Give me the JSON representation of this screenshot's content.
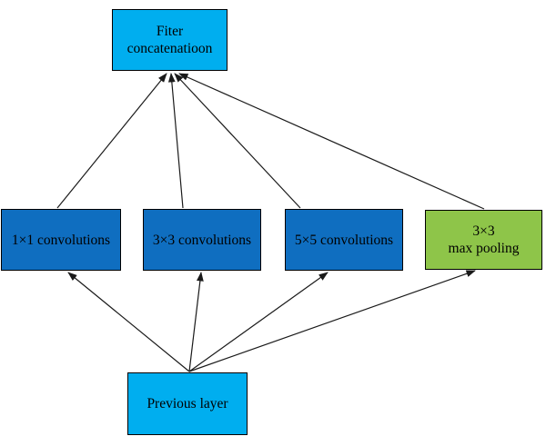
{
  "diagram": {
    "description": "Inception module diagram",
    "background": "#ffffff",
    "colors": {
      "cyan_box": "#00AEEF",
      "blue_box": "#0F6EC0",
      "green_box": "#8EC549",
      "border": "#000000",
      "arrow": "#1a1a1a",
      "text": "#000000"
    },
    "nodes": {
      "filter_concat": {
        "line1": "Fiter",
        "line2": "concatenatioon",
        "fill": "#00AEEF"
      },
      "conv1": {
        "label": "1×1 convolutions",
        "fill": "#0F6EC0"
      },
      "conv3": {
        "label": "3×3 convolutions",
        "fill": "#0F6EC0"
      },
      "conv5": {
        "label": "5×5 convolutions",
        "fill": "#0F6EC0"
      },
      "maxpool": {
        "line1": "3×3",
        "line2": "max pooling",
        "fill": "#8EC549"
      },
      "previous": {
        "label": "Previous layer",
        "fill": "#00AEEF"
      }
    },
    "edges": [
      {
        "from": "previous",
        "to": "conv1"
      },
      {
        "from": "previous",
        "to": "conv3"
      },
      {
        "from": "previous",
        "to": "conv5"
      },
      {
        "from": "previous",
        "to": "maxpool"
      },
      {
        "from": "conv1",
        "to": "filter_concat"
      },
      {
        "from": "conv3",
        "to": "filter_concat"
      },
      {
        "from": "conv5",
        "to": "filter_concat"
      },
      {
        "from": "maxpool",
        "to": "filter_concat"
      }
    ]
  }
}
